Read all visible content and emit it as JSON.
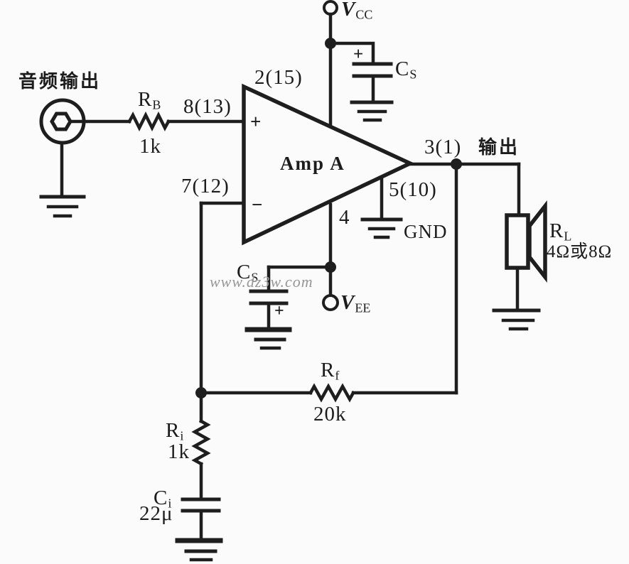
{
  "colors": {
    "line": "#1e1e1e",
    "background": "#fbfbfb",
    "watermark": "#979797"
  },
  "source": {
    "label": "音频输出"
  },
  "amplifier": {
    "name": "Amp A",
    "plus_input": "+",
    "minus_input": "−",
    "pin_noninverting": "8(13)",
    "pin_supply_top": "2(15)",
    "pin_inverting": "7(12)",
    "pin_output": "3(1)",
    "pin_ground": "5(10)",
    "pin_negative_supply": "4"
  },
  "power": {
    "vcc_main": "V",
    "vcc_sub": "CC",
    "vee_main": "V",
    "vee_sub": "EE",
    "gnd_label": "GND"
  },
  "capacitors": {
    "cs_top": {
      "main": "C",
      "sub": "S",
      "plus": "+"
    },
    "cs_bottom": {
      "main": "C",
      "sub": "S",
      "plus": "+"
    },
    "ci": {
      "main": "C",
      "sub": "i",
      "value": "22μ"
    }
  },
  "resistors": {
    "rb": {
      "main": "R",
      "sub": "B",
      "value": "1k"
    },
    "rf": {
      "main": "R",
      "sub": "f",
      "value": "20k"
    },
    "ri": {
      "main": "R",
      "sub": "i",
      "value": "1k"
    },
    "rl": {
      "main": "R",
      "sub": "L",
      "value": "4Ω或8Ω"
    }
  },
  "output": {
    "label": "输出"
  },
  "watermark": "www.dz3w.com"
}
